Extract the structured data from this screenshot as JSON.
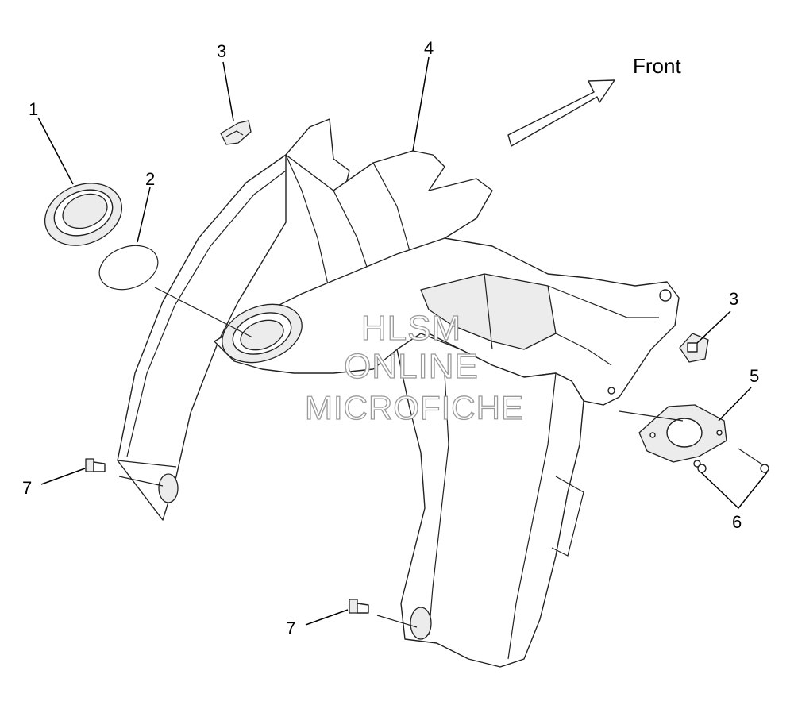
{
  "diagram": {
    "direction_label": "Front",
    "watermark": [
      "HLSM",
      "ONLINE",
      "MICROFICHE"
    ],
    "callouts": [
      {
        "id": "c1",
        "label": "1"
      },
      {
        "id": "c2",
        "label": "2"
      },
      {
        "id": "c3a",
        "label": "3"
      },
      {
        "id": "c4",
        "label": "4"
      },
      {
        "id": "c3b",
        "label": "3"
      },
      {
        "id": "c5",
        "label": "5"
      },
      {
        "id": "c6",
        "label": "6"
      },
      {
        "id": "c7a",
        "label": "7"
      },
      {
        "id": "c7b",
        "label": "7"
      }
    ]
  }
}
